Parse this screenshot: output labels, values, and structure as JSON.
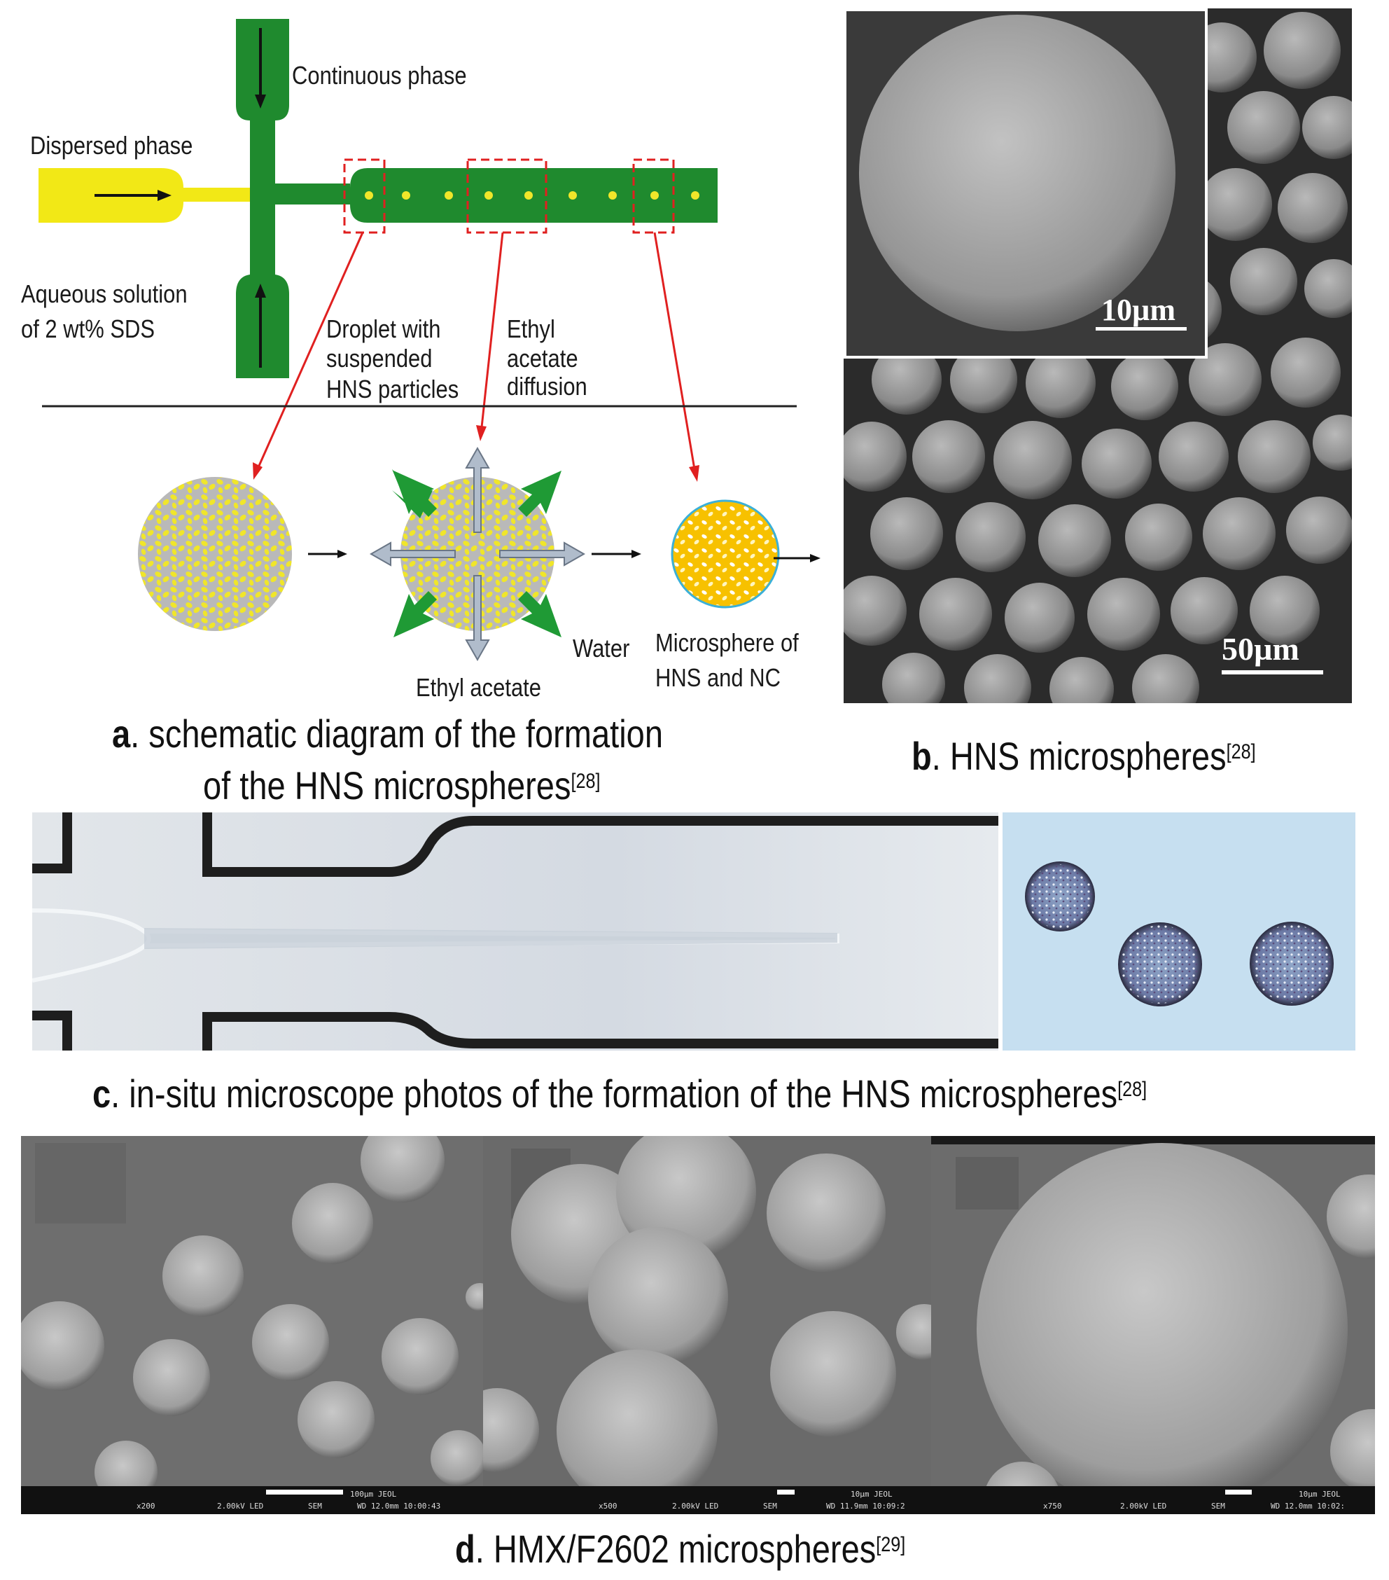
{
  "panel_a": {
    "labels": {
      "continuous_phase": "Continuous phase",
      "dispersed_phase": "Dispersed phase",
      "aqueous_line1": "Aqueous solution",
      "aqueous_line2": "of 2 wt% SDS",
      "droplet_line1": "Droplet with",
      "droplet_line2": "suspended",
      "droplet_line3": "HNS particles",
      "ethyl_line1": "Ethyl",
      "ethyl_line2": "acetate",
      "ethyl_line3": "diffusion",
      "water": "Water",
      "ethyl_acetate": "Ethyl acetate",
      "microsphere_line1": "Microsphere of",
      "microsphere_line2": "HNS and NC"
    },
    "caption": {
      "letter": "a",
      "line1": ". schematic diagram of the formation",
      "line2": "of the HNS microspheres",
      "ref": "[28]"
    },
    "colors": {
      "channel_green": "#1f8a2e",
      "dispersed_yellow": "#f2e816",
      "droplet_yellow": "#f0e62a",
      "droplet_gray": "#b9b9b9",
      "microsphere_orange": "#f7c100",
      "highlight_red": "#e02020",
      "arrow_green": "#2d9a3a"
    }
  },
  "panel_b": {
    "scale_inset": "10µm",
    "scale_main": "50µm",
    "caption": {
      "letter": "b",
      "text": ". HNS microspheres",
      "ref": "[28]"
    }
  },
  "panel_c": {
    "caption": {
      "letter": "c",
      "text": ". in-situ microscope photos of the formation of the HNS microspheres",
      "ref": "[28]"
    }
  },
  "panel_d": {
    "sem_bars": [
      {
        "mag": "x200",
        "kv": "2.00kV LED",
        "mode": "SEM",
        "scale": "100µm  JEOL",
        "wd": "WD 12.0mm 10:00:43"
      },
      {
        "mag": "x500",
        "kv": "2.00kV LED",
        "mode": "SEM",
        "scale": "10µm  JEOL",
        "wd": "WD 11.9mm 10:09:2"
      },
      {
        "mag": "x750",
        "kv": "2.00kV LED",
        "mode": "SEM",
        "scale": "10µm  JEOL",
        "wd": "WD 12.0mm 10:02:"
      }
    ],
    "caption": {
      "letter": "d",
      "text": ". HMX/F2602 microspheres",
      "ref": "[29]"
    }
  }
}
